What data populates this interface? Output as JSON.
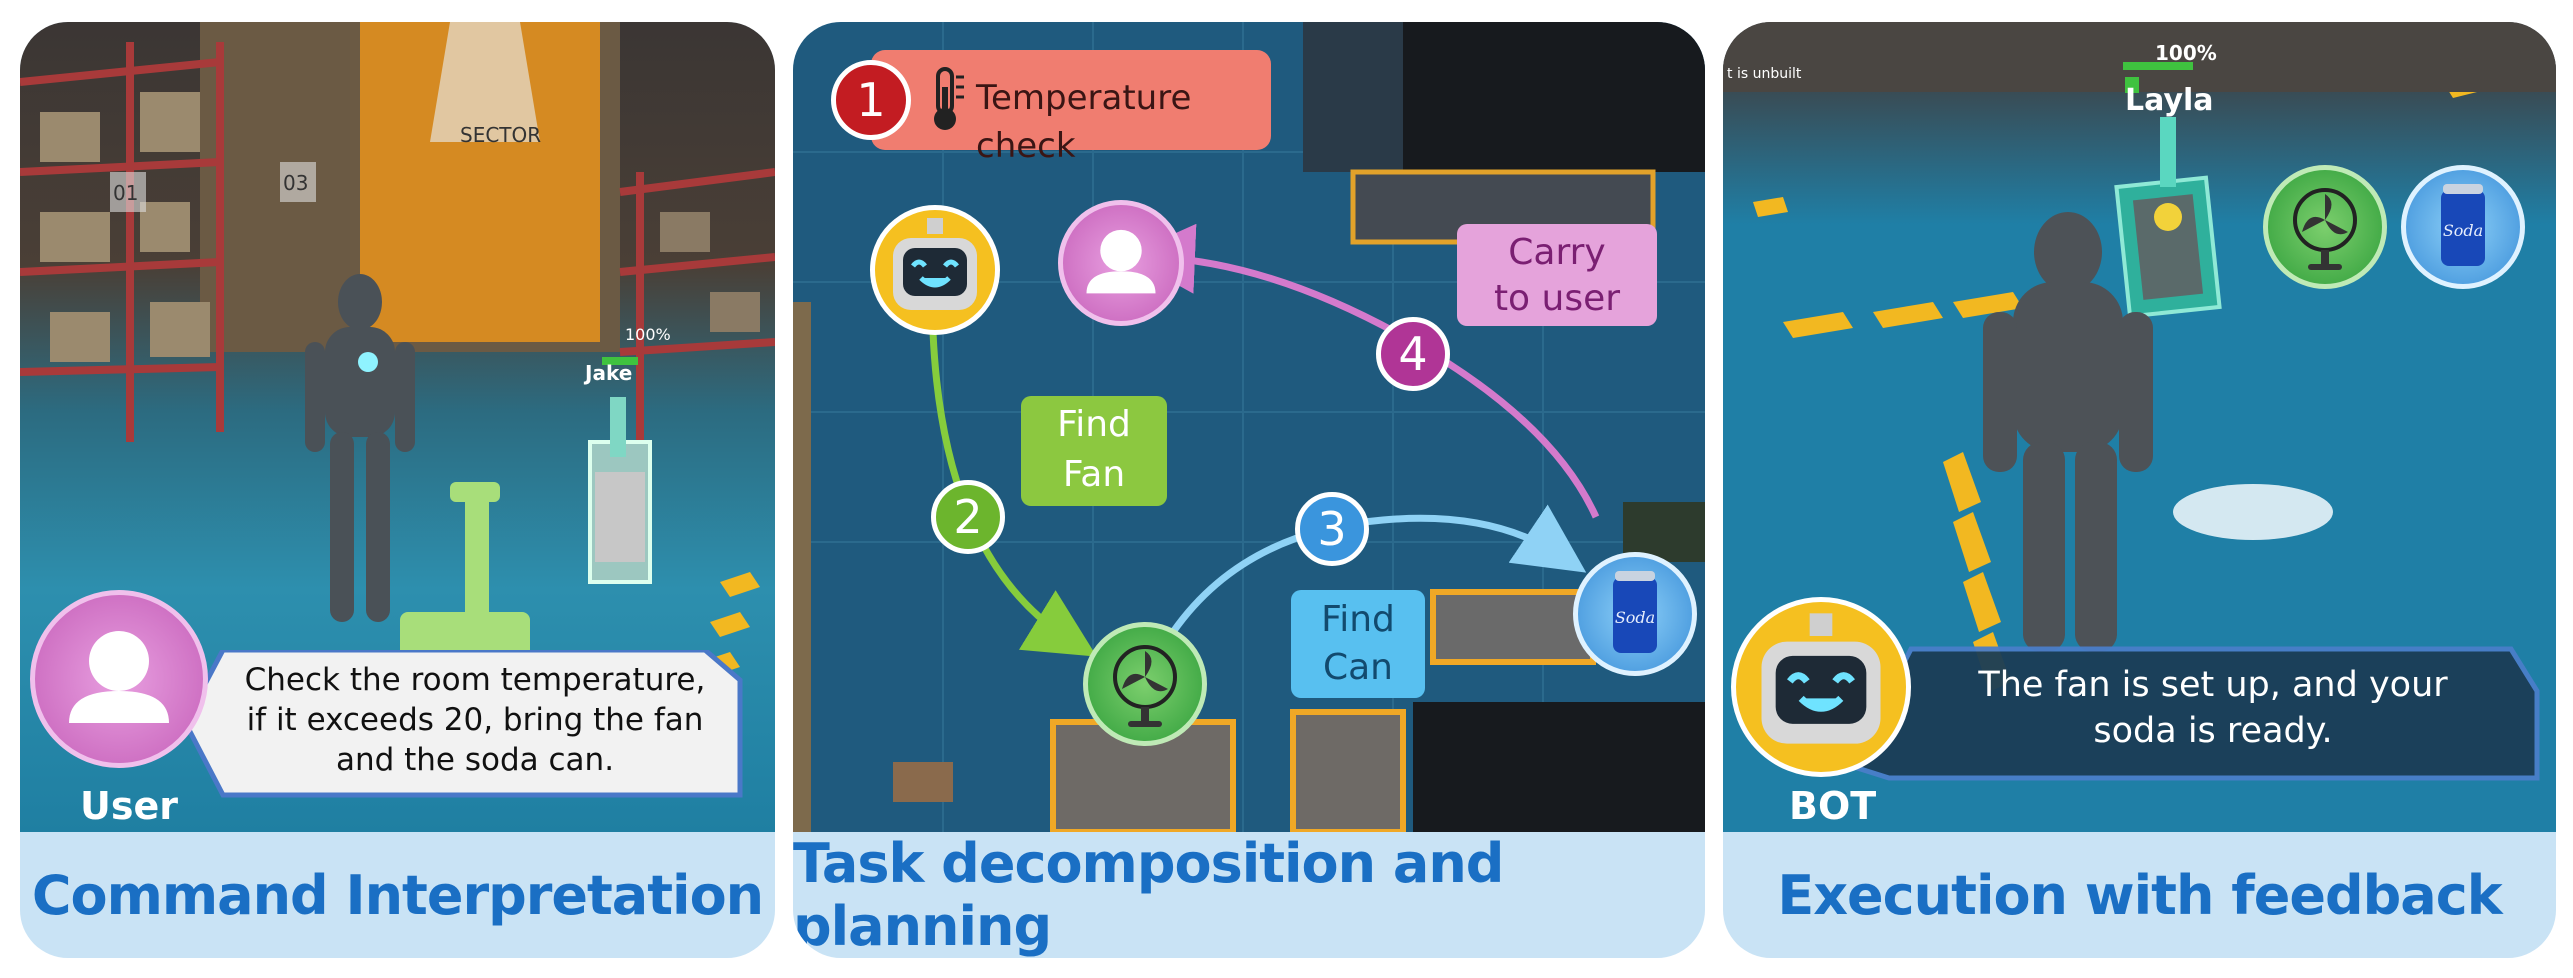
{
  "panels": [
    {
      "caption": "Command Interpretation"
    },
    {
      "caption": "Task decomposition and planning"
    },
    {
      "caption": "Execution with feedback"
    }
  ],
  "panel1": {
    "scene_text": {
      "sector": "SECTOR",
      "robot_name": "Jake",
      "robot_health": "100%",
      "shelf_1": "01",
      "shelf_3": "03"
    },
    "user_label": "User",
    "command_lines": [
      "Check the room temperature,",
      "if it exceeds 20, bring the fan",
      "and the soda can."
    ]
  },
  "panel2": {
    "steps": [
      {
        "number": "1",
        "label": "Temperature check",
        "color": "#d0202a"
      },
      {
        "number": "2",
        "label_lines": [
          "Find",
          "Fan"
        ],
        "color": "#6cb52d"
      },
      {
        "number": "3",
        "label_lines": [
          "Find",
          "Can"
        ],
        "color": "#3a95dd"
      },
      {
        "number": "4",
        "label_lines": [
          "Carry",
          "to user"
        ],
        "color": "#b03596"
      }
    ],
    "soda_text": "Soda"
  },
  "panel3": {
    "scene_text": {
      "robot_name": "Layla",
      "robot_health": "100%",
      "status": "t is unbuilt"
    },
    "bot_label": "BOT",
    "feedback_lines": [
      "The fan is set up, and your",
      "soda is ready."
    ],
    "soda_text": "Soda"
  },
  "colors": {
    "caption_bg": "#c9e3f5",
    "caption_text": "#1a6fc4",
    "user_badge": "#d774c9",
    "bot_badge": "#f5c020",
    "fan_badge": "#52b84a",
    "soda_badge": "#4aa3e8"
  },
  "icons": [
    "user-icon",
    "robot-icon",
    "fan-icon",
    "soda-can-icon",
    "thermometer-icon"
  ]
}
